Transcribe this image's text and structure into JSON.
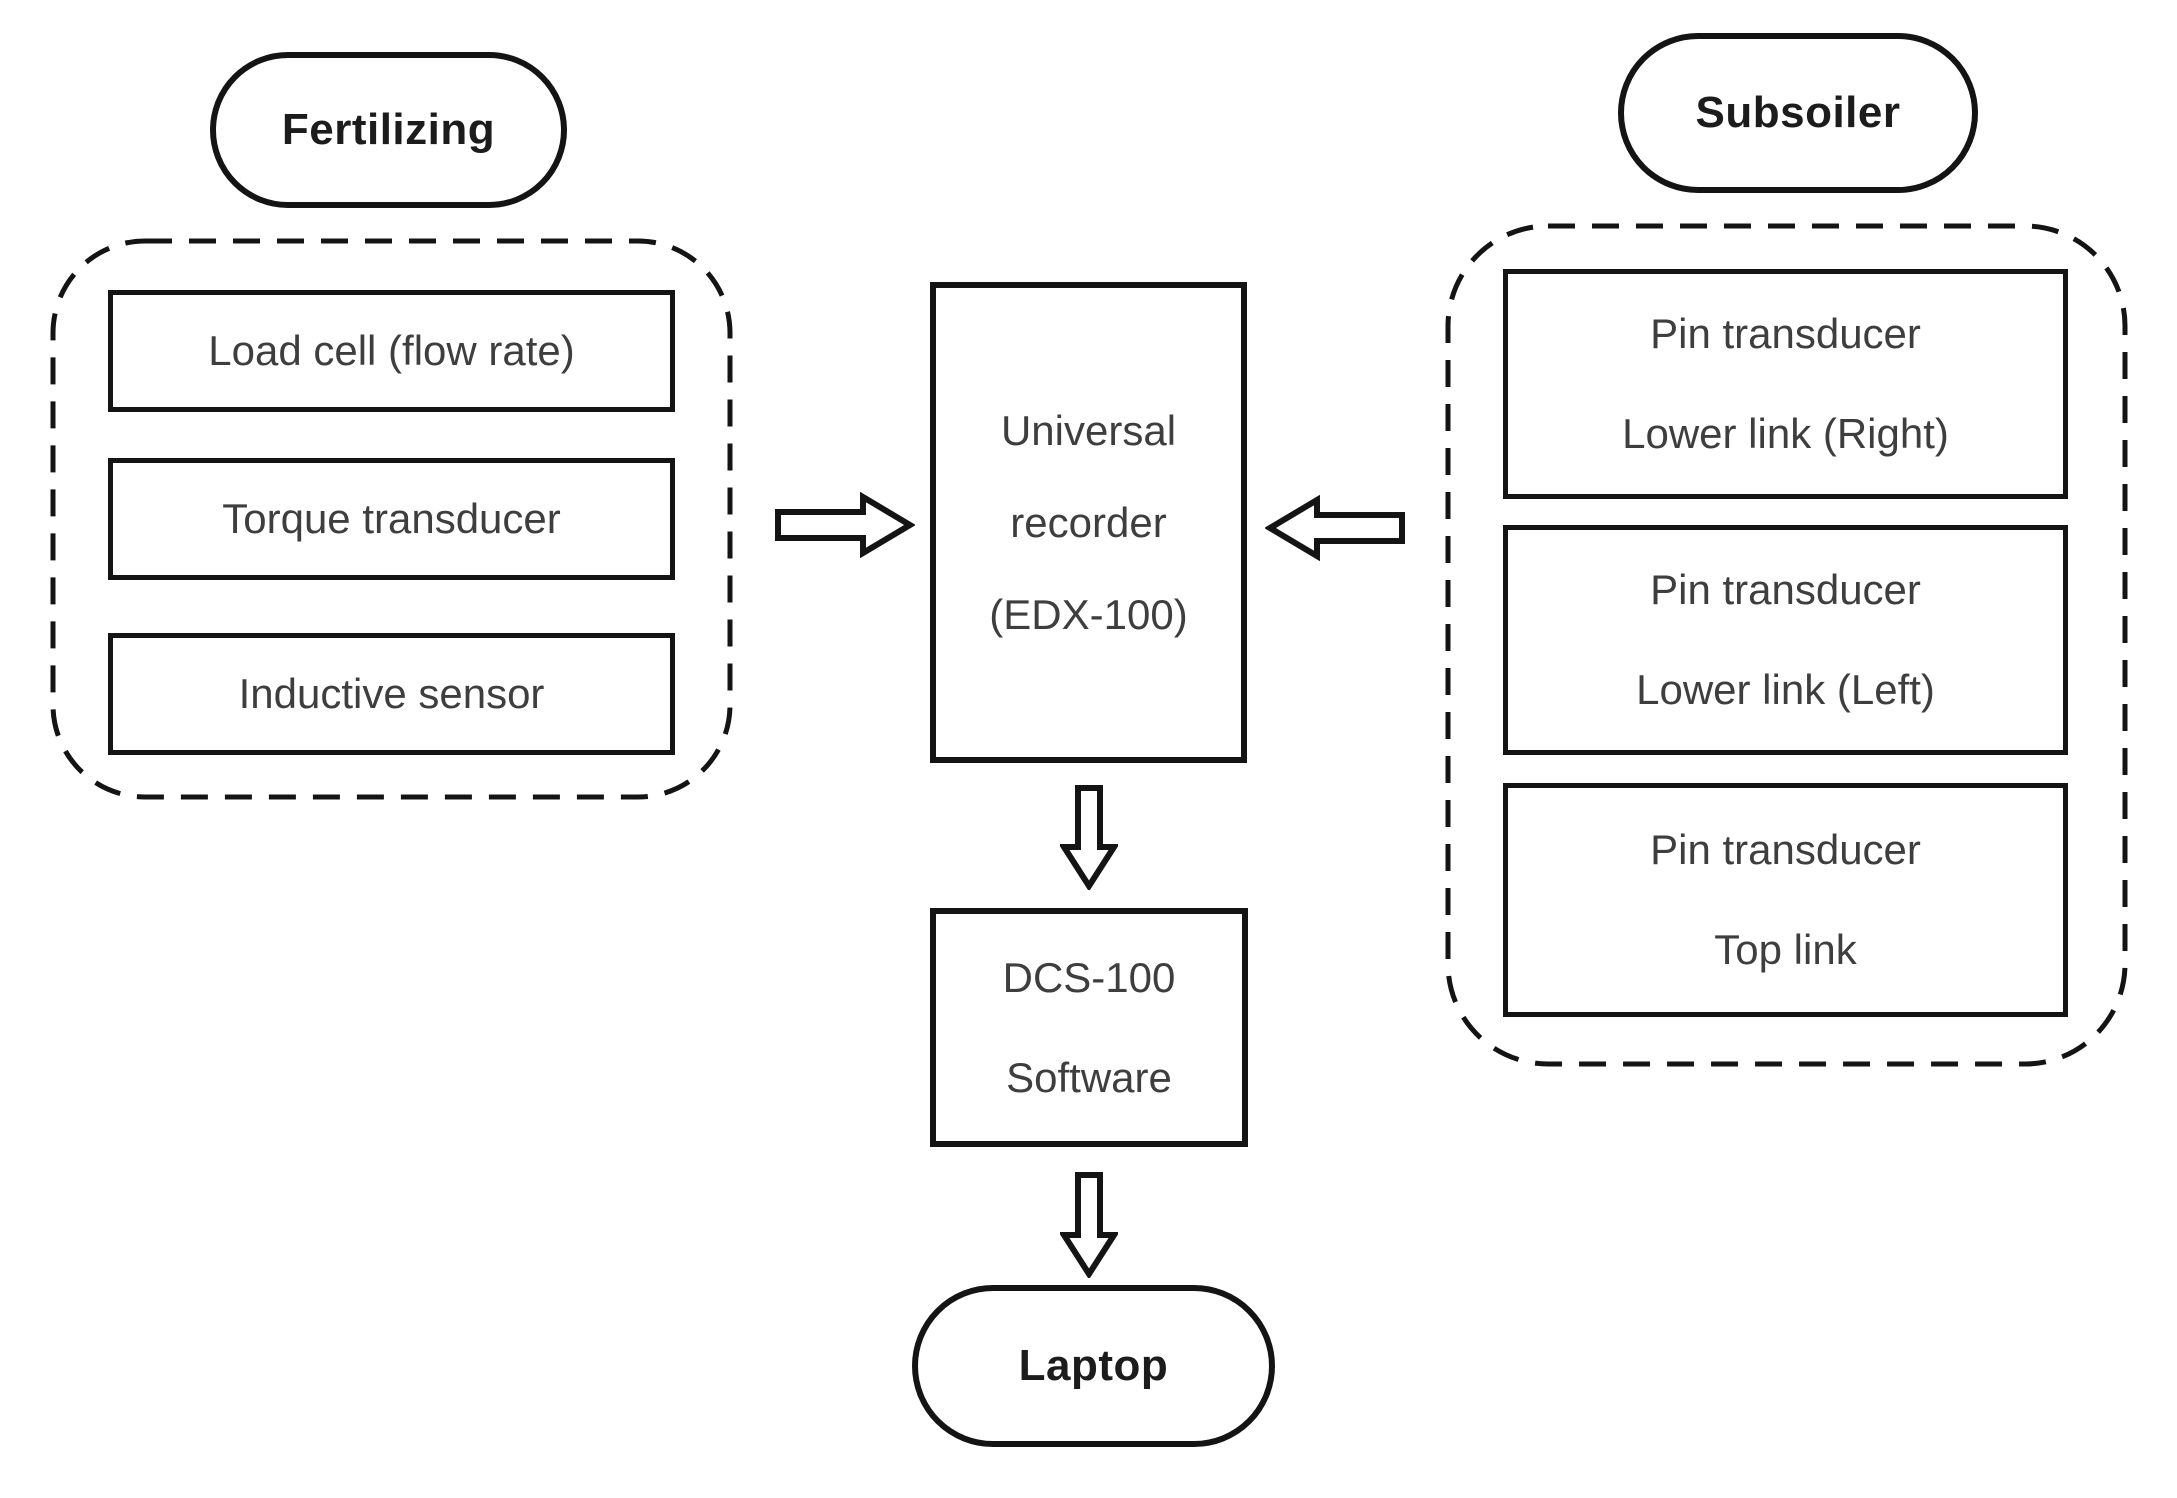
{
  "colors": {
    "stroke": "#141414",
    "box-text": "#3e3e3e",
    "pill-text": "#1c1c1c",
    "background": "#ffffff"
  },
  "fertilizing": {
    "title": "Fertilizing",
    "sensors": [
      "Load cell (flow rate)",
      "Torque transducer",
      "Inductive sensor"
    ]
  },
  "subsoiler": {
    "title": "Subsoiler",
    "transducers": [
      {
        "line1": "Pin transducer",
        "line2": "Lower link (Right)"
      },
      {
        "line1": "Pin transducer",
        "line2": "Lower link (Left)"
      },
      {
        "line1": "Pin transducer",
        "line2": "Top link"
      }
    ]
  },
  "recorder": {
    "line1": "Universal",
    "line2": "recorder",
    "line3": "(EDX-100)"
  },
  "software": {
    "line1": "DCS-100",
    "line2": "Software"
  },
  "laptop": {
    "label": "Laptop"
  }
}
